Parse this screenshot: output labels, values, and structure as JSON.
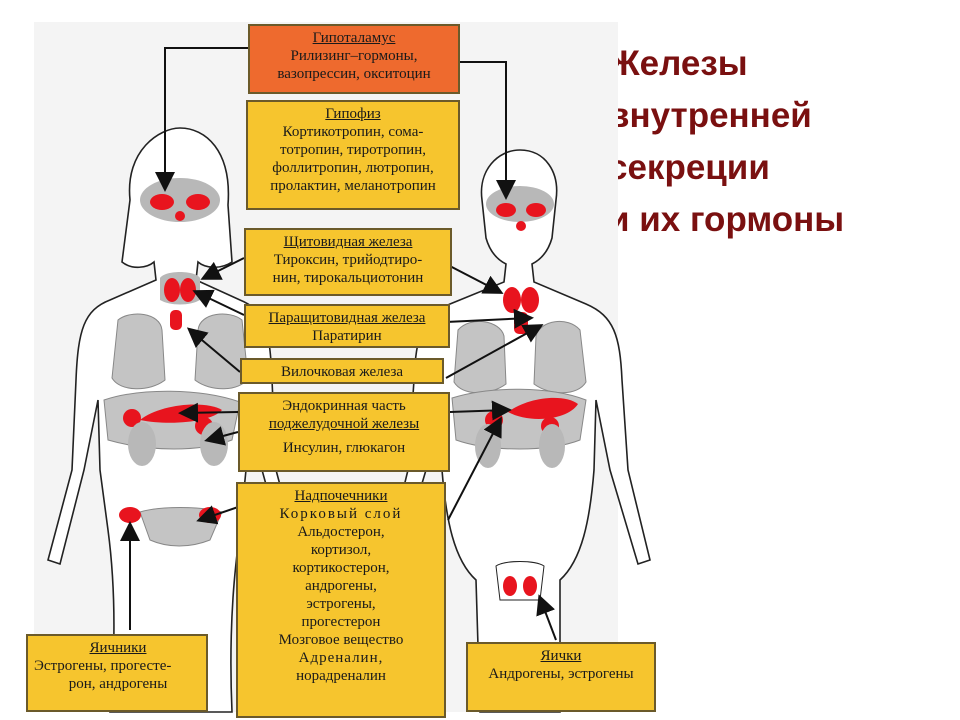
{
  "title": {
    "lines": [
      "Железы",
      "внутренней",
      "секреции",
      "и их гормоны"
    ]
  },
  "colors": {
    "title": "#7a1010",
    "box_yellow": "#f6c52e",
    "box_red": "#ee6a2e",
    "gland": "#e8141e",
    "organ": "#b8b8b8"
  },
  "glands": {
    "hypothalamus": {
      "heading": "Гипоталамус",
      "lines": [
        "Рилизинг–гормоны,",
        "вазопрессин, окситоцин"
      ]
    },
    "pituitary": {
      "heading": "Гипофиз",
      "lines": [
        "Кортикотропин, сома-",
        "тотропин, тиротропин,",
        "фоллитропин, лютропин,",
        "пролактин, меланотропин"
      ]
    },
    "thyroid": {
      "heading": "Щитовидная железа",
      "lines": [
        "Тироксин, трийодтиро-",
        "нин, тирокальциотонин"
      ]
    },
    "parathyroid": {
      "heading": "Паращитовидная железа",
      "lines": [
        "Паратирин"
      ]
    },
    "thymus": {
      "heading": "Вилочковая железа",
      "lines": []
    },
    "pancreas": {
      "heading": "Эндокринная часть",
      "heading2": "поджелудочной железы",
      "lines": [
        "Инсулин, глюкагон"
      ]
    },
    "adrenals": {
      "heading": "Надпочечники",
      "cortex": "Корковый слой",
      "cortex_lines": [
        "Альдостерон,",
        "кортизол,",
        "кортикостерон,",
        "андрогены,",
        "эстрогены,",
        "прогестерон"
      ],
      "medulla": "Мозговое вещество",
      "medulla_lines": [
        "Адреналин,",
        "норадреналин"
      ]
    },
    "ovaries": {
      "heading": "Яичники",
      "lines": [
        "Эстрогены, прогесте-",
        "рон, андрогены"
      ]
    },
    "testes": {
      "heading": "Яички",
      "lines": [
        "Андрогены, эстрогены"
      ]
    }
  }
}
